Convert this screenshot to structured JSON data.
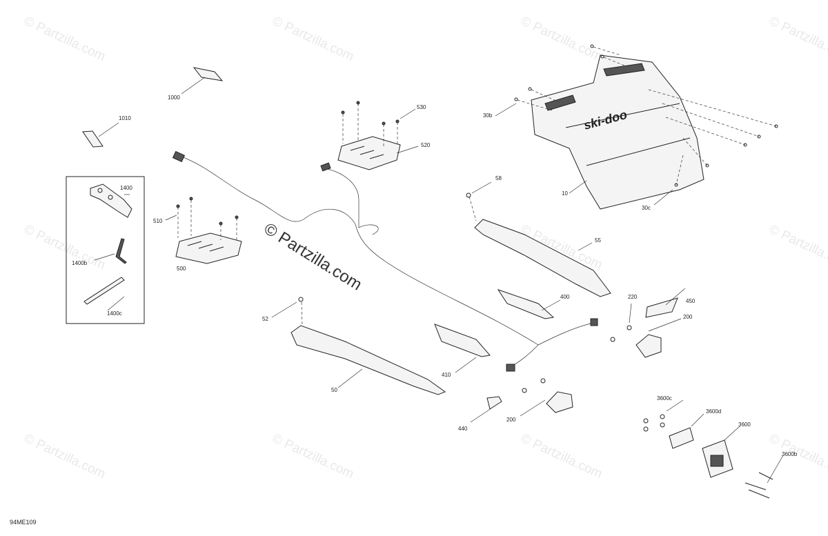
{
  "watermark": "© Partzilla.com",
  "figure_code": "94ME109",
  "callouts": [
    {
      "id": "c1000",
      "text": "1000"
    },
    {
      "id": "c1010",
      "text": "1010"
    },
    {
      "id": "c1400",
      "text": "1400"
    },
    {
      "id": "c1400b",
      "text": "1400b"
    },
    {
      "id": "c1400c",
      "text": "1400c"
    },
    {
      "id": "c510",
      "text": "510"
    },
    {
      "id": "c500",
      "text": "500"
    },
    {
      "id": "c530",
      "text": "530"
    },
    {
      "id": "c520",
      "text": "520"
    },
    {
      "id": "c30b",
      "text": "30b"
    },
    {
      "id": "c10",
      "text": "10"
    },
    {
      "id": "c30c",
      "text": "30c"
    },
    {
      "id": "c58",
      "text": "58"
    },
    {
      "id": "c55",
      "text": "55"
    },
    {
      "id": "c400",
      "text": "400"
    },
    {
      "id": "c450",
      "text": "450"
    },
    {
      "id": "c220",
      "text": "220"
    },
    {
      "id": "c200a",
      "text": "200"
    },
    {
      "id": "c52",
      "text": "52"
    },
    {
      "id": "c410",
      "text": "410"
    },
    {
      "id": "c50",
      "text": "50"
    },
    {
      "id": "c200b",
      "text": "200"
    },
    {
      "id": "c440",
      "text": "440"
    },
    {
      "id": "c3600c",
      "text": "3600c"
    },
    {
      "id": "c3600d",
      "text": "3600d"
    },
    {
      "id": "c3600",
      "text": "3600"
    },
    {
      "id": "c3600b",
      "text": "3600b"
    }
  ],
  "logo_text": "ski-doo"
}
